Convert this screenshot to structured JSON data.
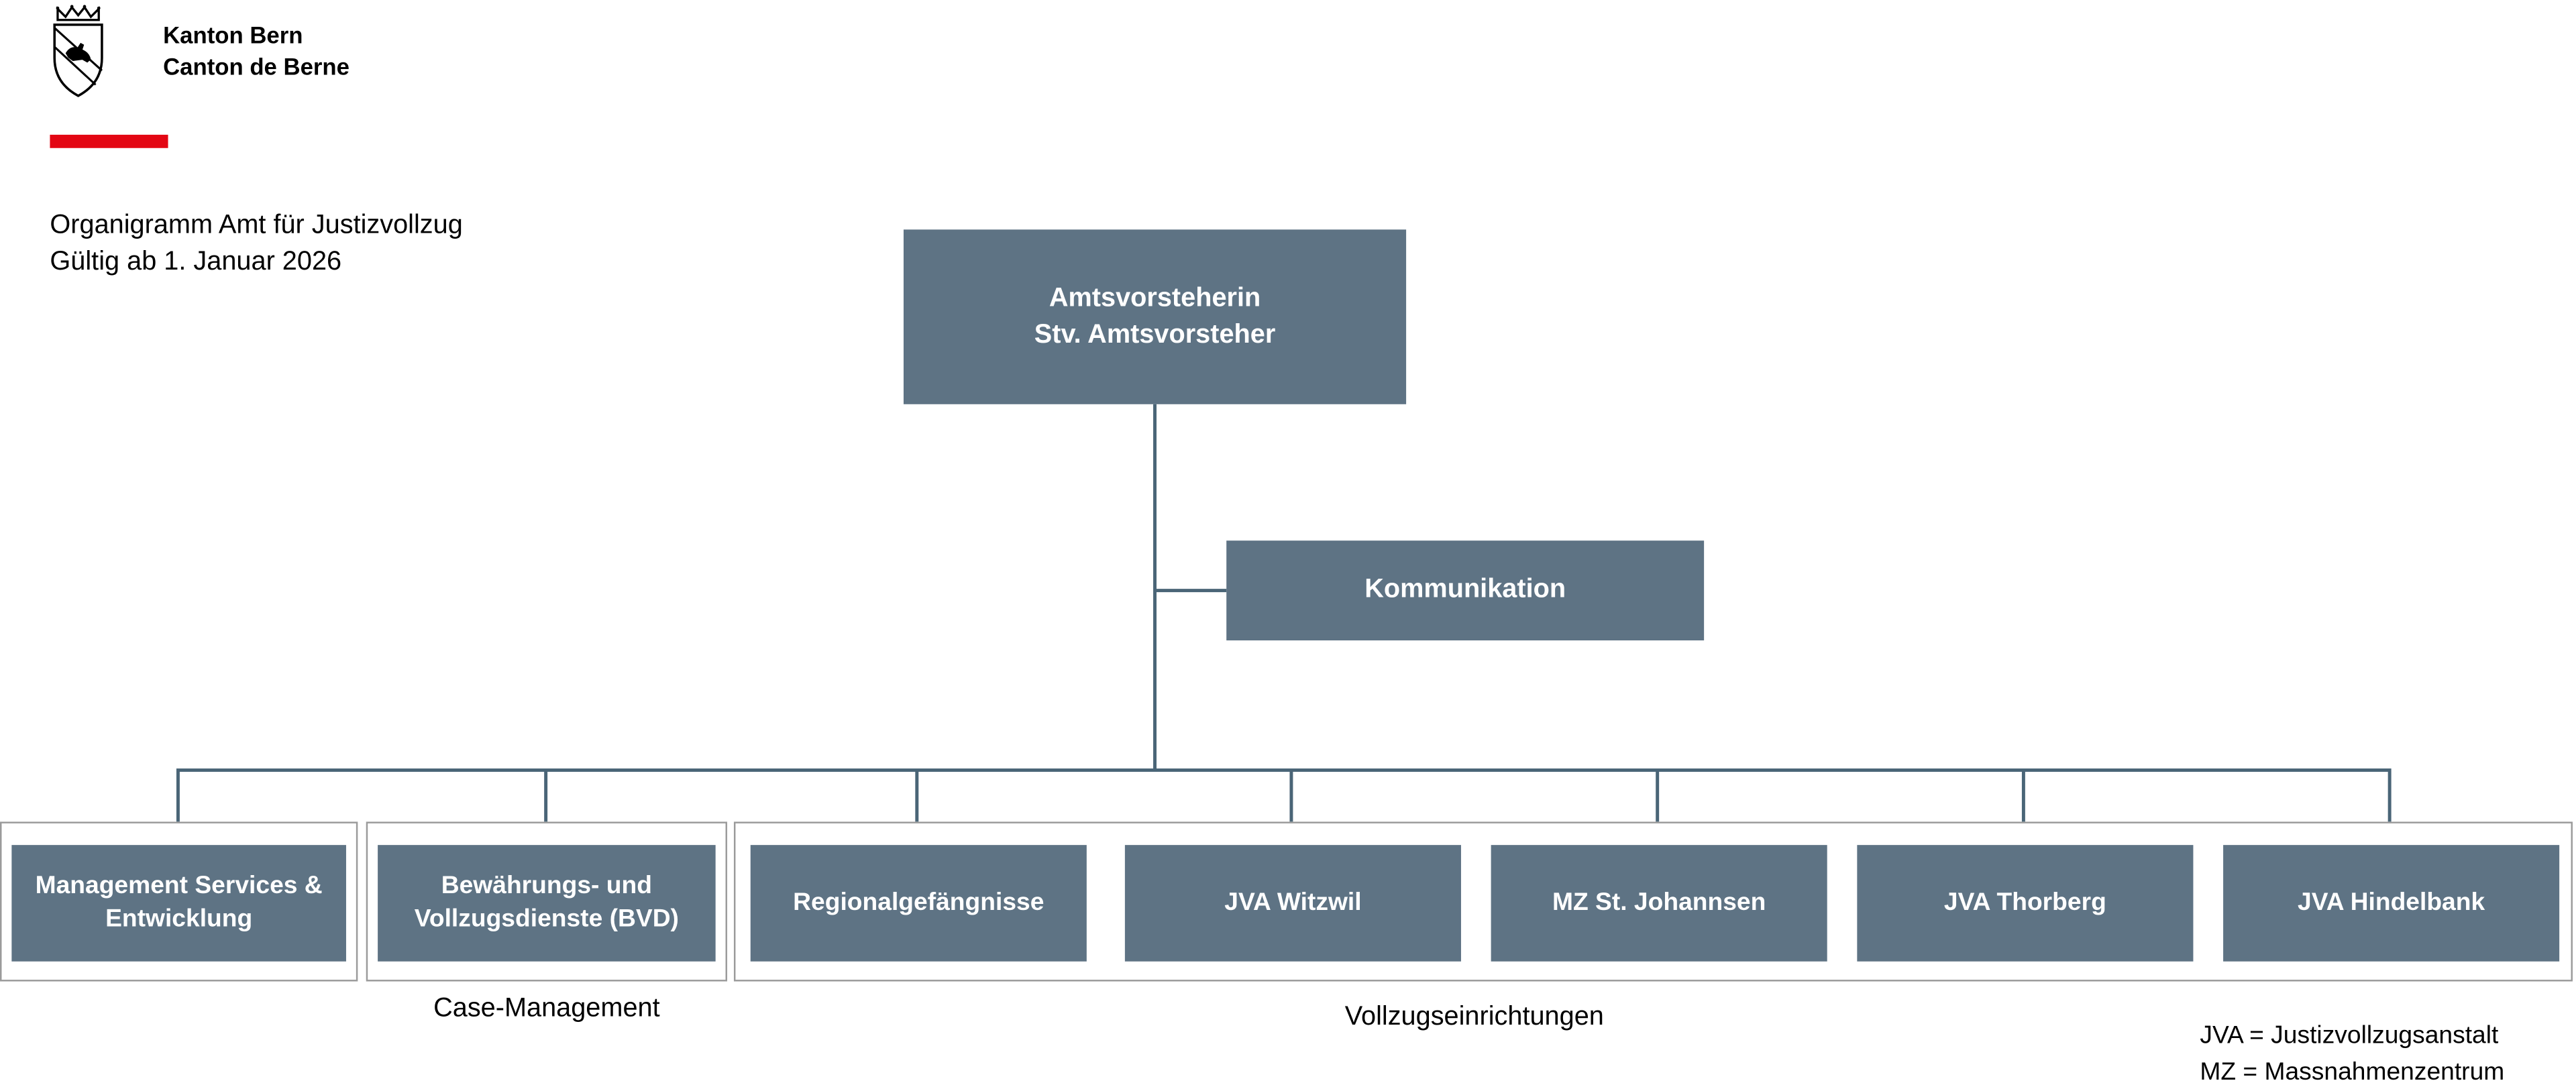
{
  "brand": {
    "canton_name_de": "Kanton Bern",
    "canton_name_fr": "Canton de Berne",
    "coat_of_arms": "bern-bear-coat-of-arms-icon"
  },
  "title": {
    "line1": "Organigramm Amt für Justizvollzug",
    "line2": "Gültig ab 1. Januar 2026"
  },
  "chart": {
    "root": {
      "line1": "Amtsvorsteherin",
      "line2": "Stv. Amtsvorsteher"
    },
    "staff_unit": {
      "label": "Kommunikation"
    },
    "units": [
      {
        "label": "Management Services & Entwicklung"
      },
      {
        "label": "Bewährungs- und Vollzugsdienste (BVD)"
      },
      {
        "label": "Regionalgefängnisse"
      },
      {
        "label": "JVA Witzwil"
      },
      {
        "label": "MZ St. Johannsen"
      },
      {
        "label": "JVA Thorberg"
      },
      {
        "label": "JVA Hindelbank"
      }
    ],
    "group_captions": {
      "case_management": "Case-Management",
      "vollzugseinrichtungen": "Vollzugseinrichtungen"
    }
  },
  "legend": {
    "line1": "JVA = Justizvollzugsanstalt",
    "line2": "MZ = Massnahmenzentrum"
  },
  "colors": {
    "box_fill": "#5e7384",
    "line_color": "#4a6577",
    "accent_red": "#e30613"
  }
}
